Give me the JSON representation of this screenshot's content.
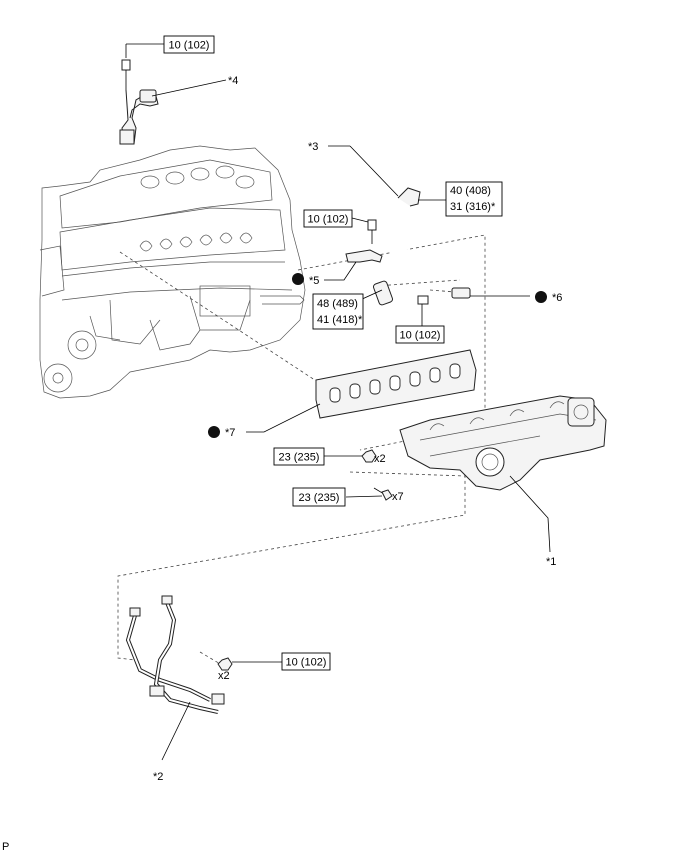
{
  "torque_labels": {
    "t_top": "10 (102)",
    "t_mid_bolt": "10 (102)",
    "t_pipe_a": "40 (408)",
    "t_pipe_a_alt": "31 (316)*",
    "t_pipe_b": "48 (489)",
    "t_pipe_b_alt": "41 (418)*",
    "t_clamp": "10 (102)",
    "t_nut": "23 (235)",
    "t_stud": "23 (235)",
    "t_bottom": "10 (102)"
  },
  "callouts": {
    "c1": "*1",
    "c2": "*2",
    "c3": "*3",
    "c4": "*4",
    "c5": "*5",
    "c6": "*6",
    "c7": "*7"
  },
  "quantities": {
    "q_nut": "x2",
    "q_stud": "x7",
    "q_bottom": "x2"
  },
  "corner_mark": "P"
}
